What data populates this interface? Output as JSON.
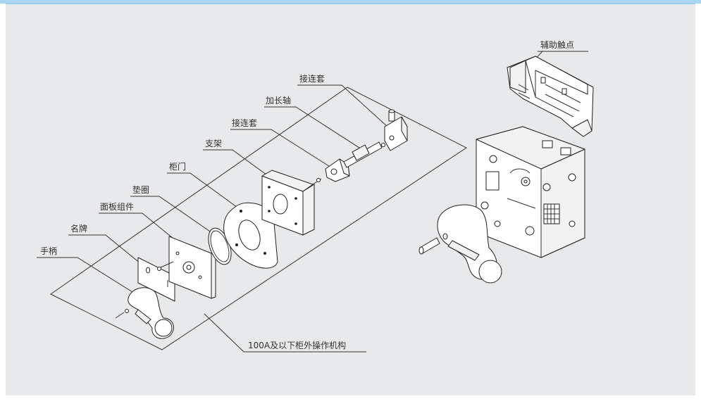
{
  "diagram": {
    "labels": {
      "handle": "手柄",
      "nameplate": "名牌",
      "panel_assembly": "面板组件",
      "gasket": "垫圈",
      "cabinet_door": "柜门",
      "bracket": "支架",
      "coupling_lower": "接连套",
      "extension_shaft": "加长轴",
      "coupling_upper": "接连套",
      "aux_contact": "辅助触点",
      "caption": "100A及以下柜外操作机构"
    },
    "colors": {
      "background": "#e8e9eb",
      "top_accent": "#a9d6f2",
      "line": "#333333"
    }
  }
}
